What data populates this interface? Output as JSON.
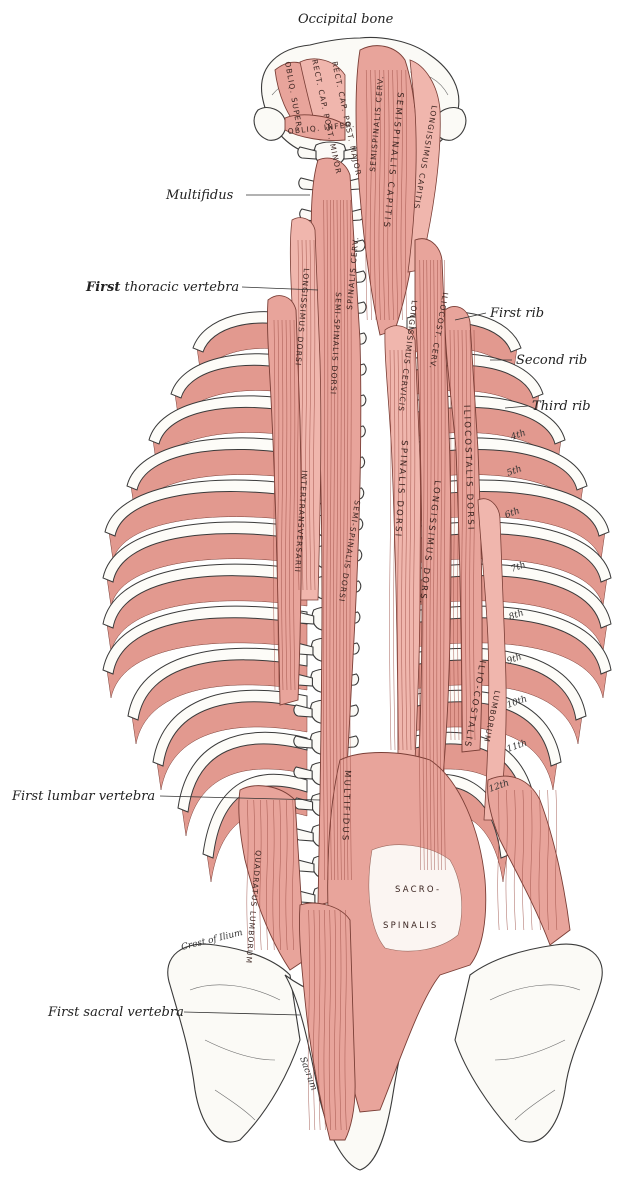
{
  "labels": {
    "occipital_bone": "Occipital bone",
    "multifidus": "Multifidus",
    "first_thoracic_vertebra_bold": "First",
    "first_thoracic_vertebra_rest": " thoracic vertebra",
    "first_rib": "First rib",
    "second_rib": "Second rib",
    "third_rib": "Third rib",
    "first_lumbar_vertebra": "First lumbar vertebra",
    "first_sacral_vertebra": "First sacral vertebra",
    "crest_of_ilium": "Crest of Ilium"
  },
  "muscle_labels": {
    "obliq_super": "OBLIQ. SUPER.",
    "rect_cap_post_minor": "RECT. CAP. POST. MINOR",
    "rect_cap_post_major": "RECT. CAP. POST. MAJOR",
    "obliq_infer": "OBLIQ. INFER.",
    "semispinalis_capitis": "SEMISPINALIS CAPITIS",
    "longissimus_capitis": "LONGISSIMUS CAPITIS",
    "semispinalis_cerv": "SEMISPINALIS CERV.",
    "spinalis_cerv": "SPINALIS CERV.",
    "longissimus_cervicis": "LONGISSIMUS CERVICIS",
    "iliocost_cerv": "ILIOCOST. CERV.",
    "longissimus_dorsi": "LONGISSIMUS DORSI",
    "semi_spinalis_dorsi": "SEMI-SPINALIS DORSI",
    "spinalis_dorsi": "SPINALIS DORSI",
    "iliocostalis_dorsi": "ILIOCOSTALIS DORSI",
    "longissimus_dors": "LONGISSIMUS DORS.",
    "ilio_costalis": "ILIO-COSTALIS",
    "lumborum": "LUMBORUM",
    "multifidus_low": "MULTIFIDUS",
    "sacro": "SACRO-",
    "spinalis": "SPINALIS",
    "quadratus_lumborum": "QUADRATUS LUMBORUM",
    "sacrum": "Sacrum",
    "intertransversarii": "INTERTRANSVERSARII"
  },
  "rib_numbers": [
    "4th",
    "5th",
    "6th",
    "7th",
    "8th",
    "9th",
    "10th",
    "11th",
    "12th"
  ],
  "colors": {
    "muscle": "#e8a49b",
    "muscle_light": "#f0b6ad",
    "bone": "#fbfaf6",
    "outline": "#3a3a3a",
    "text": "#222222"
  }
}
